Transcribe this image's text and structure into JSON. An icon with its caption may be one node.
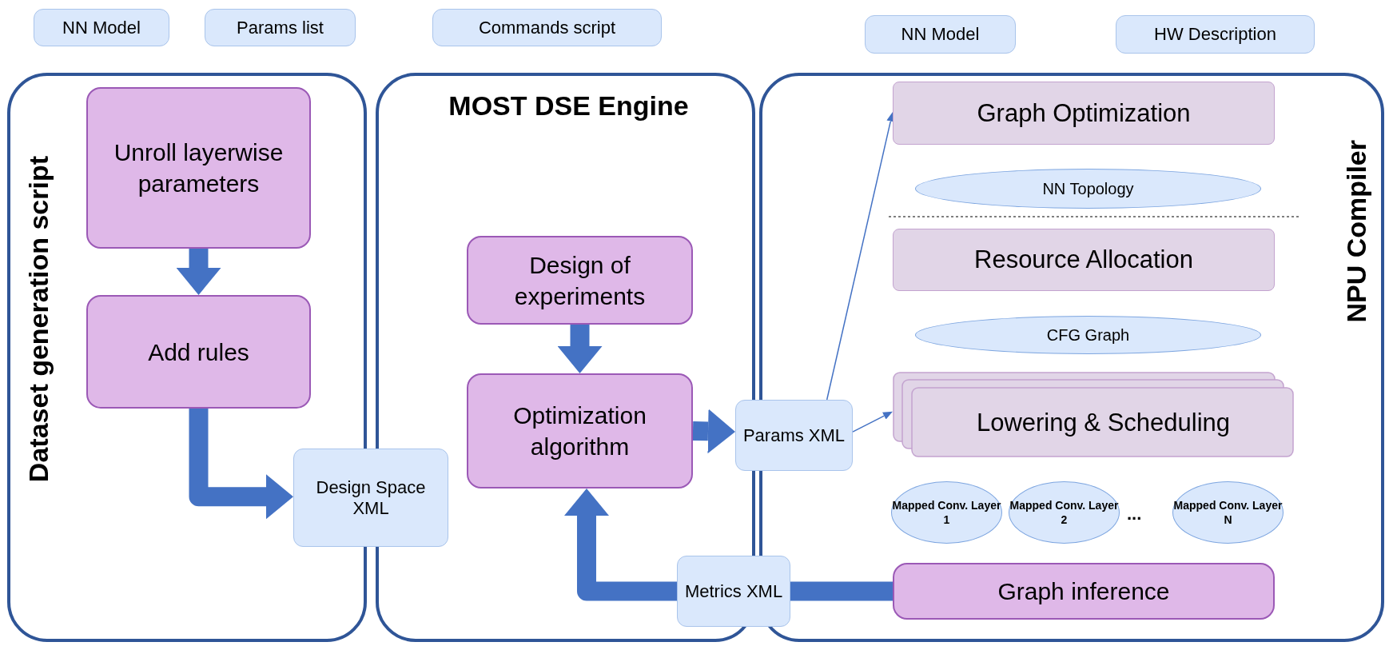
{
  "diagram": {
    "nodes": [
      {
        "text": [
          "NN Model"
        ]
      },
      {
        "text": [
          "Params list"
        ]
      },
      {
        "text": [
          "Commands script"
        ]
      },
      {
        "text": [
          "NN Model"
        ]
      },
      {
        "text": [
          "HW Description"
        ]
      },
      {
        "text": [
          "Dataset generation script"
        ]
      },
      {
        "text": [
          "Unroll layerwise parameters"
        ],
        "in": 5
      },
      {
        "text": [
          "Add rules"
        ],
        "in": 5
      },
      {
        "text": [
          "MOST DSE Engine"
        ]
      },
      {
        "text": [
          "Design of experiments"
        ],
        "in": 8
      },
      {
        "text": [
          "Optimization algorithm"
        ],
        "in": 8
      },
      {
        "text": [
          "NPU Compiler"
        ]
      },
      {
        "text": [
          "Graph Optimization"
        ],
        "in": 11
      },
      {
        "text": [
          "NN Topology"
        ],
        "in": 11
      },
      {
        "text": [
          "Resource Allocation"
        ],
        "in": 11
      },
      {
        "text": [
          "CFG Graph"
        ],
        "in": 11
      },
      {
        "text": [
          "Lowering & Scheduling"
        ],
        "in": 11
      },
      {
        "text": [
          "Mapped Conv. Layer 1"
        ],
        "in": 11
      },
      {
        "text": [
          "Mapped Conv. Layer 2"
        ],
        "in": 11
      },
      {
        "text": [
          "Mapped Conv. Layer N"
        ],
        "in": 11
      },
      {
        "text": [
          "Graph inference"
        ],
        "in": 11
      },
      {
        "text": [
          "Design Space XML"
        ]
      },
      {
        "text": [
          "Params XML"
        ]
      },
      {
        "text": [
          "Metrics XML"
        ]
      }
    ],
    "edges": [
      {
        "from": 6,
        "to": 7,
        "arrow": "to"
      },
      {
        "from": 7,
        "to": 21,
        "arrow": "to"
      },
      {
        "from": 9,
        "to": 10,
        "arrow": "to"
      },
      {
        "from": 10,
        "to": 22,
        "arrow": "to"
      },
      {
        "from": 22,
        "to": 12,
        "arrow": "to"
      },
      {
        "from": 22,
        "to": 16,
        "arrow": "to"
      },
      {
        "from": 20,
        "to": 23,
        "arrow": "none"
      },
      {
        "from": 23,
        "to": 10,
        "arrow": "to"
      }
    ],
    "labels": [
      "..."
    ]
  }
}
